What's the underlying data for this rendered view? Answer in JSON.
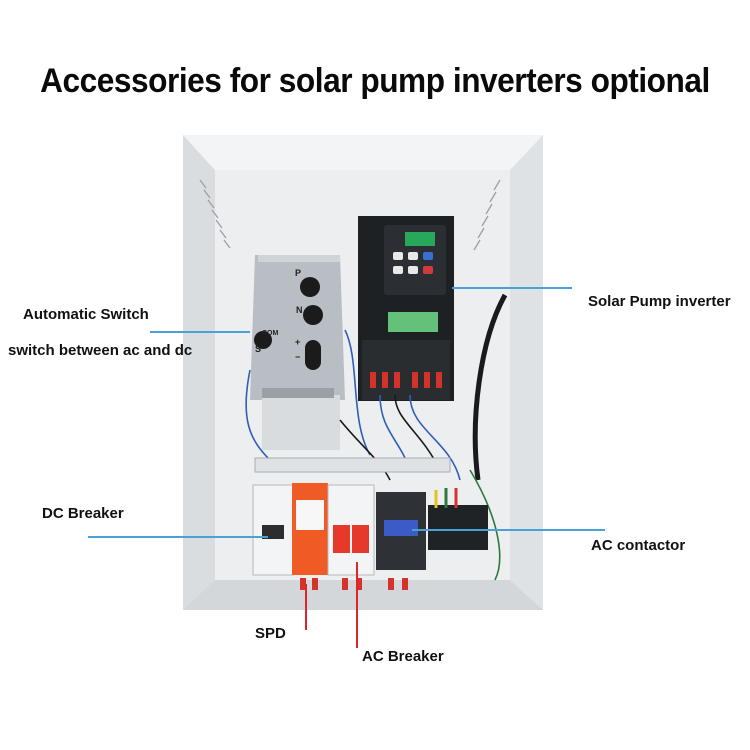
{
  "title": "Accessories for solar pump inverters optional",
  "labels": {
    "automatic_switch": "Automatic Switch",
    "automatic_switch_desc": "switch between ac and dc",
    "solar_pump_inverter": "Solar  Pump inverter",
    "dc_breaker": "DC Breaker",
    "ac_contactor": "AC contactor",
    "spd": "SPD",
    "ac_breaker": "AC Breaker"
  },
  "device_text": {
    "switch_p": "P",
    "switch_n": "N",
    "switch_s": "S",
    "switch_com": "COM",
    "switch_plus": "+",
    "switch_minus": "−"
  },
  "colors": {
    "leader_blue": "#4aa0d8",
    "leader_red": "#e0222a",
    "cabinet": "#eef0f2",
    "spd_orange": "#f05a24",
    "breaker_red": "#e53a2b",
    "inverter_black": "#1e2124"
  }
}
